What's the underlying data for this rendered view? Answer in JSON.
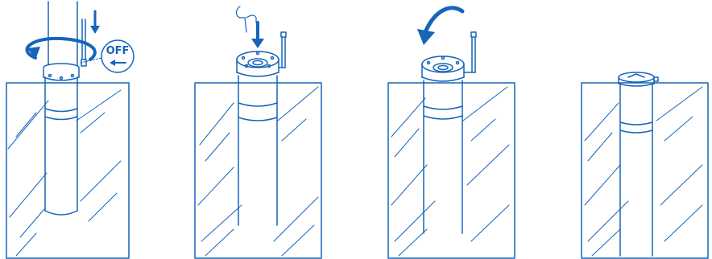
{
  "colors": {
    "stroke": "#1565b8",
    "fill": "#ffffff"
  },
  "steps": [
    {
      "action": "rotate-counterclockwise-with-off-indicator",
      "off_label": "OFF"
    },
    {
      "action": "press-down"
    },
    {
      "action": "rotate-counterclockwise"
    },
    {
      "action": "lowered-final-position"
    }
  ],
  "icons": [
    "down-arrow-icon",
    "rotate-arrow-icon",
    "finger-press-icon",
    "curved-arrow-icon",
    "off-arrow-icon"
  ]
}
